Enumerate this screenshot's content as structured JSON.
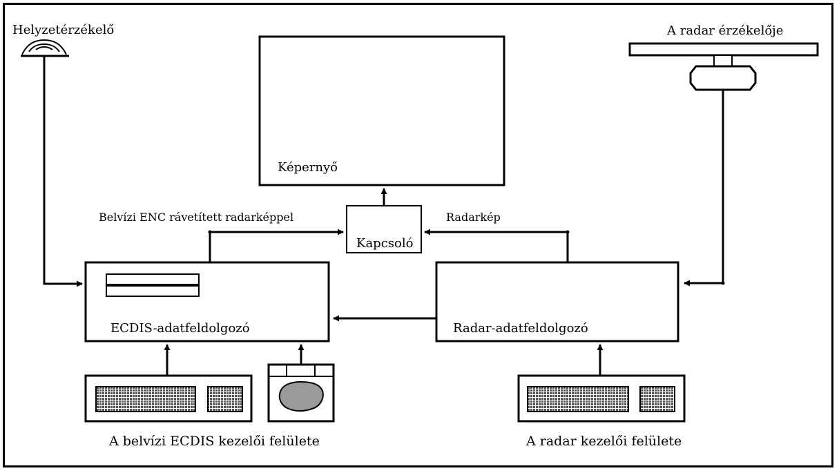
{
  "labels": {
    "position_sensor": "Helyzetérzékelő",
    "radar_sensor": "A radar érzékelője",
    "screen": "Képernyő",
    "enc_overlay": "Belvízi ENC rávetített radarképpel",
    "radar_image": "Radarkép",
    "switch": "Kapcsoló",
    "ecdis_processor": "ECDIS-adatfeldolgozó",
    "radar_processor": "Radar-adatfeldolgozó",
    "ecdis_interface": "A belvízi ECDIS kezelői felülete",
    "radar_interface": "A radar kezelői felülete"
  },
  "icons": [
    "position-sensor-icon",
    "radar-antenna-icon",
    "ecdis-keyboard-icon",
    "trackball-icon",
    "radar-keyboard-icon"
  ],
  "colors": {
    "line": "#000000",
    "background": "#ffffff",
    "keyboard_fill": "#555555",
    "trackball_fill": "#9a9a9a"
  }
}
